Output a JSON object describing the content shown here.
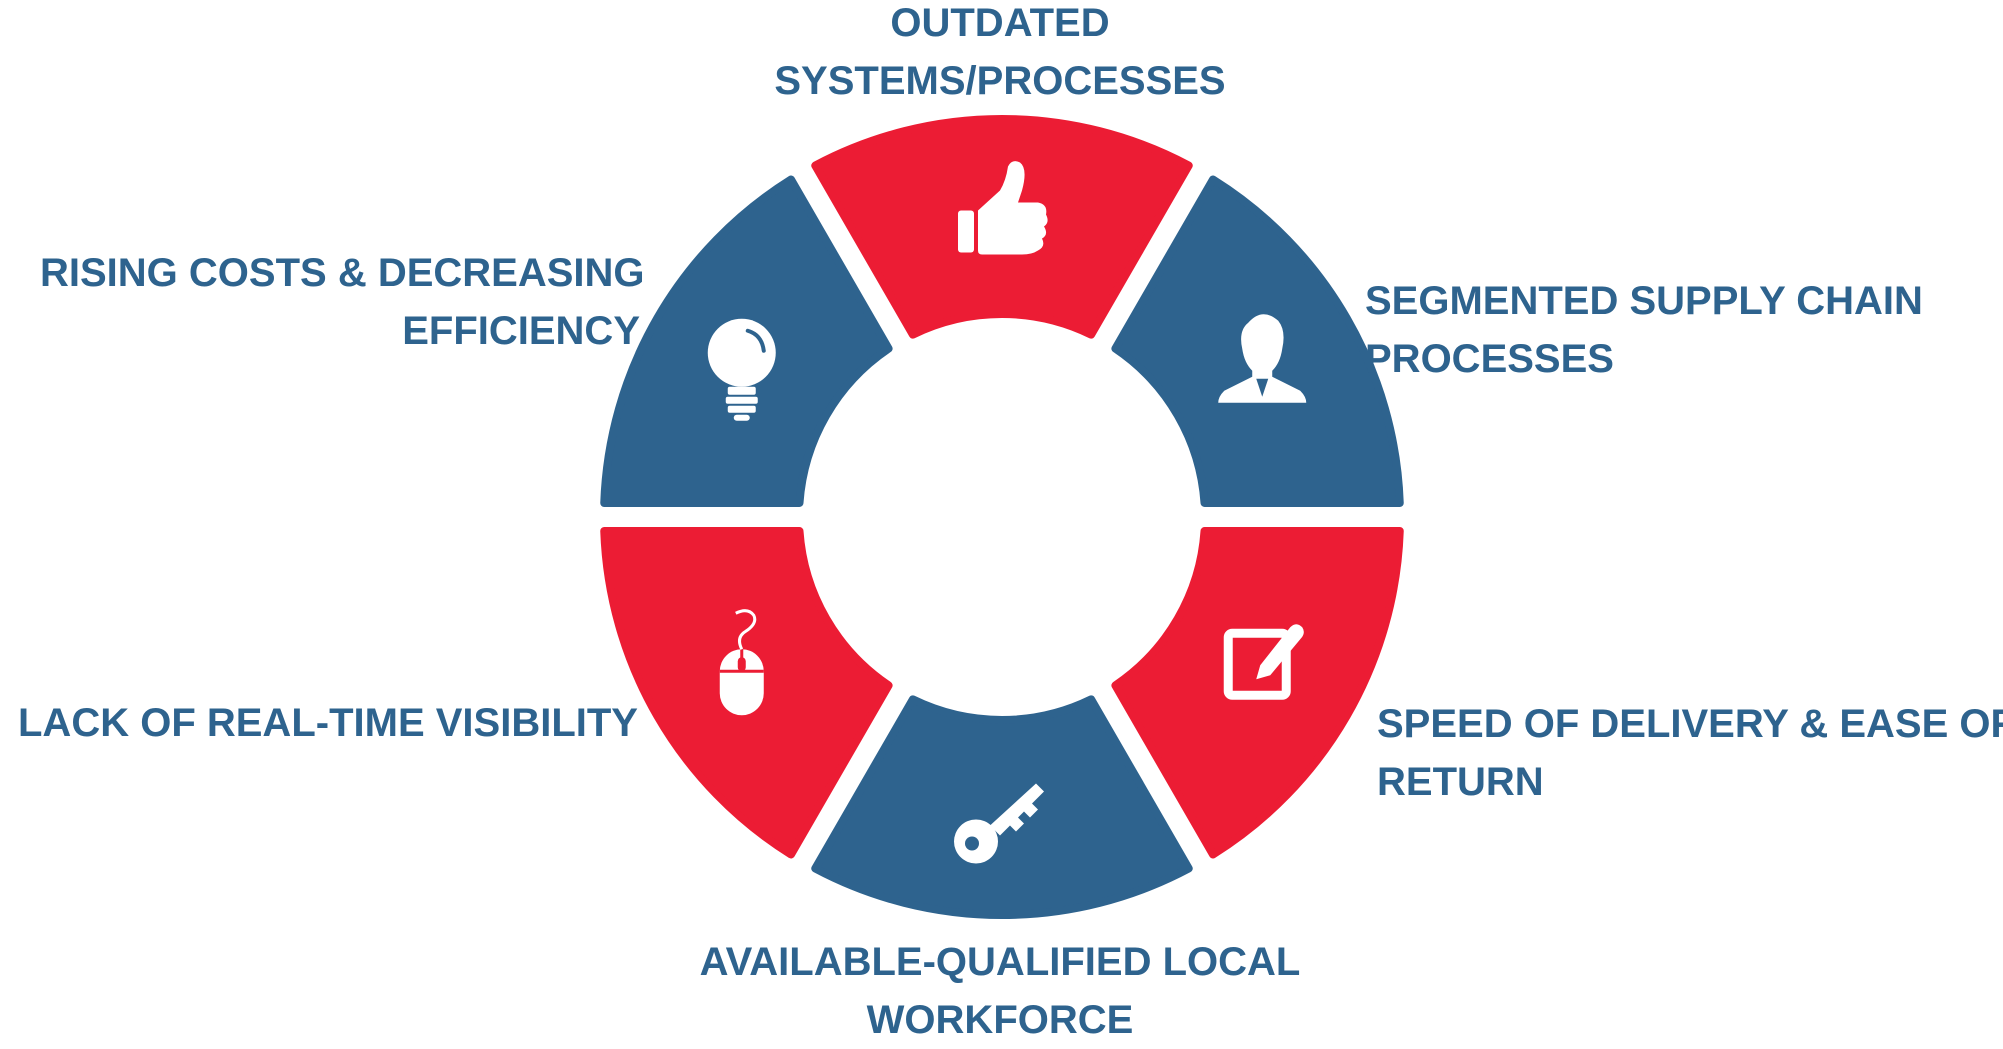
{
  "colors": {
    "blue": "#2e638e",
    "red": "#ec1c34",
    "label": "#2e638e",
    "icon": "#ffffff"
  },
  "segments": [
    {
      "id": "top",
      "color": "red",
      "icon": "thumbs-up-icon",
      "label_lines": [
        "OUTDATED",
        "SYSTEMS/PROCESSES"
      ]
    },
    {
      "id": "top-right",
      "color": "blue",
      "icon": "user-icon",
      "label_lines": [
        "SEGMENTED SUPPLY CHAIN",
        "PROCESSES"
      ]
    },
    {
      "id": "bottom-right",
      "color": "red",
      "icon": "edit-icon",
      "label_lines": [
        "SPEED OF DELIVERY & EASE OF",
        "RETURN"
      ]
    },
    {
      "id": "bottom",
      "color": "blue",
      "icon": "key-icon",
      "label_lines": [
        "AVAILABLE-QUALIFIED LOCAL",
        "WORKFORCE"
      ]
    },
    {
      "id": "bottom-left",
      "color": "red",
      "icon": "mouse-icon",
      "label_lines": [
        "LACK OF REAL-TIME VISIBILITY"
      ]
    },
    {
      "id": "top-left",
      "color": "blue",
      "icon": "lightbulb-icon",
      "label_lines": [
        "RISING COSTS & DECREASING",
        "EFFICIENCY"
      ]
    }
  ]
}
